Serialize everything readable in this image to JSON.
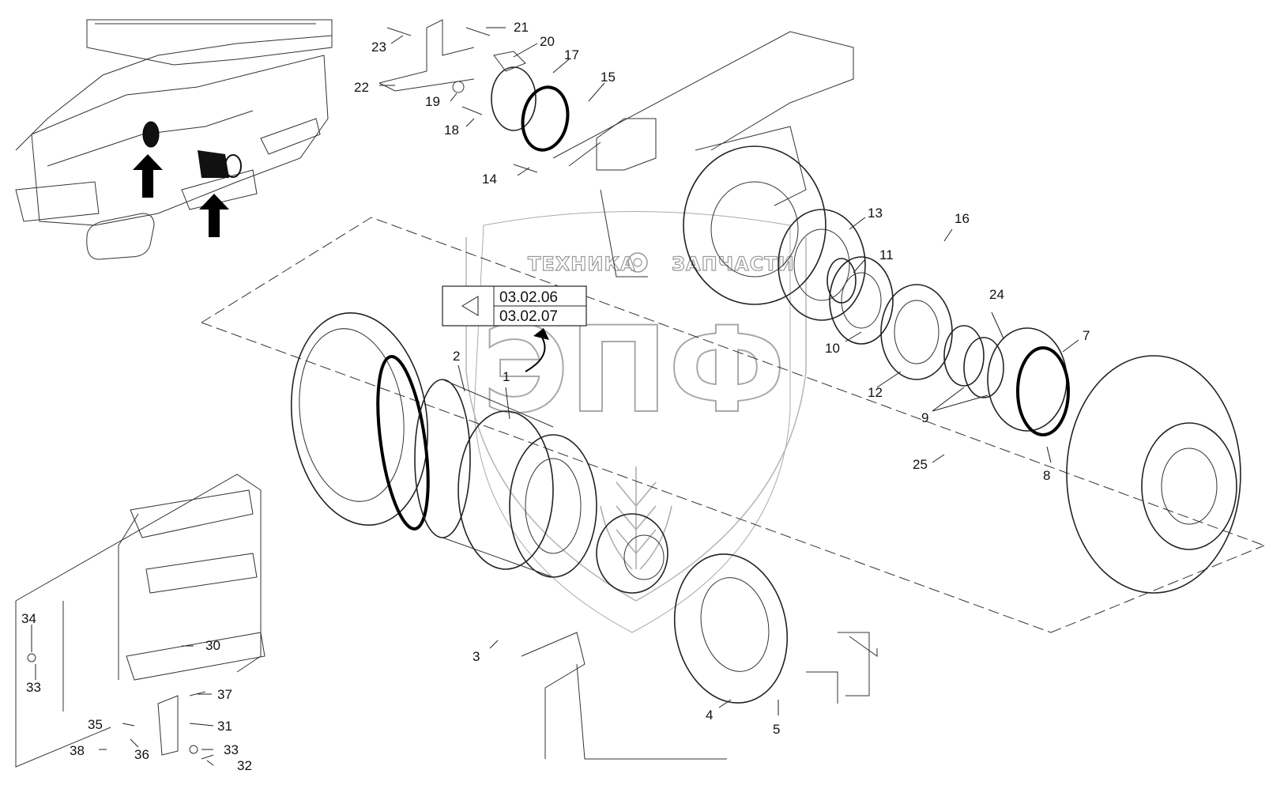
{
  "watermark": {
    "company_text": "ТЕХНИКА",
    "company_text_2": "ЗАПЧАСТИ",
    "logo_letters": "ЭПФ"
  },
  "reference_box": {
    "line1": "03.02.06",
    "line2": "03.02.07"
  },
  "callouts": [
    "1",
    "2",
    "3",
    "4",
    "5",
    "7",
    "8",
    "9",
    "10",
    "11",
    "12",
    "13",
    "14",
    "15",
    "16",
    "17",
    "18",
    "19",
    "20",
    "21",
    "22",
    "23",
    "24",
    "25",
    "30",
    "31",
    "32",
    "33",
    "33",
    "34",
    "35",
    "36",
    "37",
    "38"
  ]
}
